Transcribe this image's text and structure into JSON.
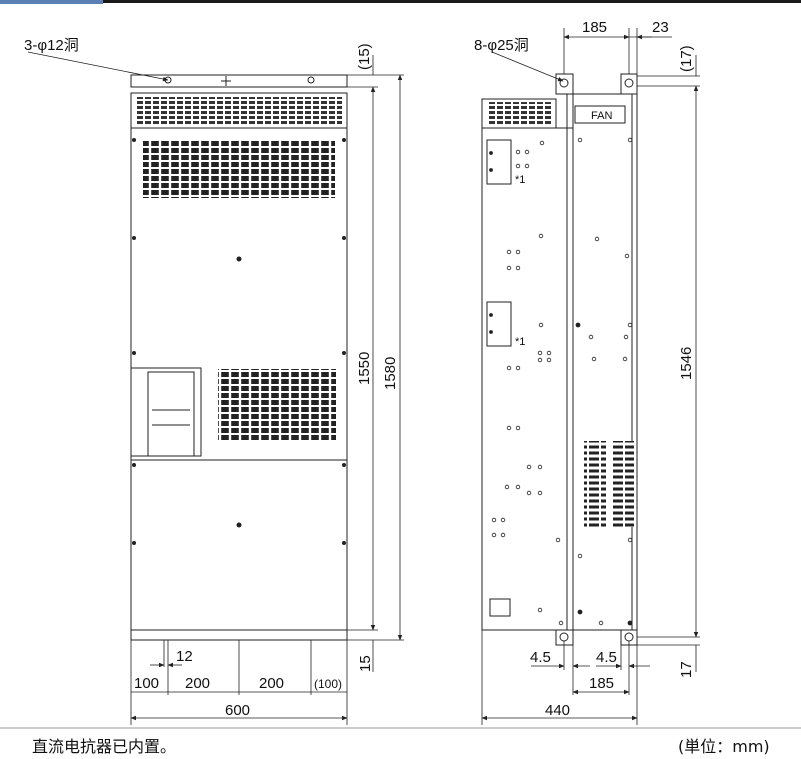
{
  "front": {
    "hole_label": "3-φ12洞",
    "dim_top_offset": "(15)",
    "dim_inner_height": "1550",
    "dim_total_height": "1580",
    "dim_bottom_offset": "15",
    "dim_hole_edge": "12",
    "dim_spacing_1": "100",
    "dim_spacing_2": "200",
    "dim_spacing_3": "200",
    "dim_spacing_4": "(100)",
    "dim_width": "600"
  },
  "side": {
    "hole_label": "8-φ25洞",
    "dim_top_width": "185",
    "dim_top_offset_x": "23",
    "dim_top_offset": "(17)",
    "dim_height": "1546",
    "dim_bottom_offset": "17",
    "dim_left_offset": "4.5",
    "dim_right_offset": "4.5",
    "dim_bottom_width": "185",
    "dim_depth": "440",
    "fan_label": "FAN",
    "note_mark": "*1"
  },
  "footnote": "直流电抗器已内置。",
  "unit_label": "(単位：mm)"
}
